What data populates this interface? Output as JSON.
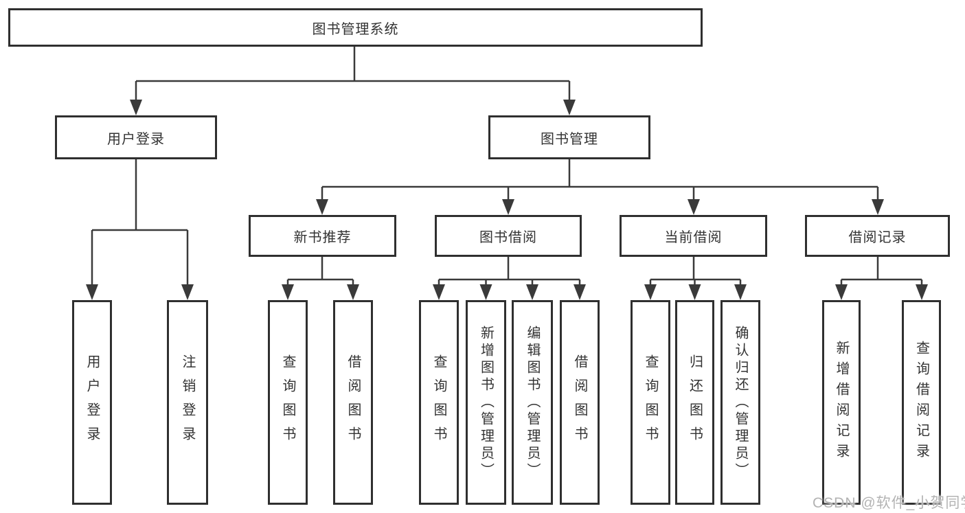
{
  "diagram": {
    "type": "hierarchy-tree",
    "colors": {
      "line": "#3a3a3a",
      "box_border": "#2f2f2f",
      "box_background": "#ffffff",
      "text": "#333333",
      "watermark_text": "#b3b3b3"
    },
    "tree": {
      "label": "图书管理系统",
      "children": [
        {
          "label": "用户登录",
          "children": [
            {
              "label": "用户登录"
            },
            {
              "label": "注销登录"
            }
          ]
        },
        {
          "label": "图书管理",
          "children": [
            {
              "label": "新书推荐",
              "children": [
                {
                  "label": "查询图书"
                },
                {
                  "label": "借阅图书"
                }
              ]
            },
            {
              "label": "图书借阅",
              "children": [
                {
                  "label": "查询图书"
                },
                {
                  "label": "新增图书（管理员）"
                },
                {
                  "label": "编辑图书（管理员）"
                },
                {
                  "label": "借阅图书"
                }
              ]
            },
            {
              "label": "当前借阅",
              "children": [
                {
                  "label": "查询图书"
                },
                {
                  "label": "归还图书"
                },
                {
                  "label": "确认归还（管理员）"
                }
              ]
            },
            {
              "label": "借阅记录",
              "children": [
                {
                  "label": "新增借阅记录"
                },
                {
                  "label": "查询借阅记录"
                }
              ]
            }
          ]
        }
      ]
    },
    "watermark": "CSDN @软件_小贺同学"
  }
}
